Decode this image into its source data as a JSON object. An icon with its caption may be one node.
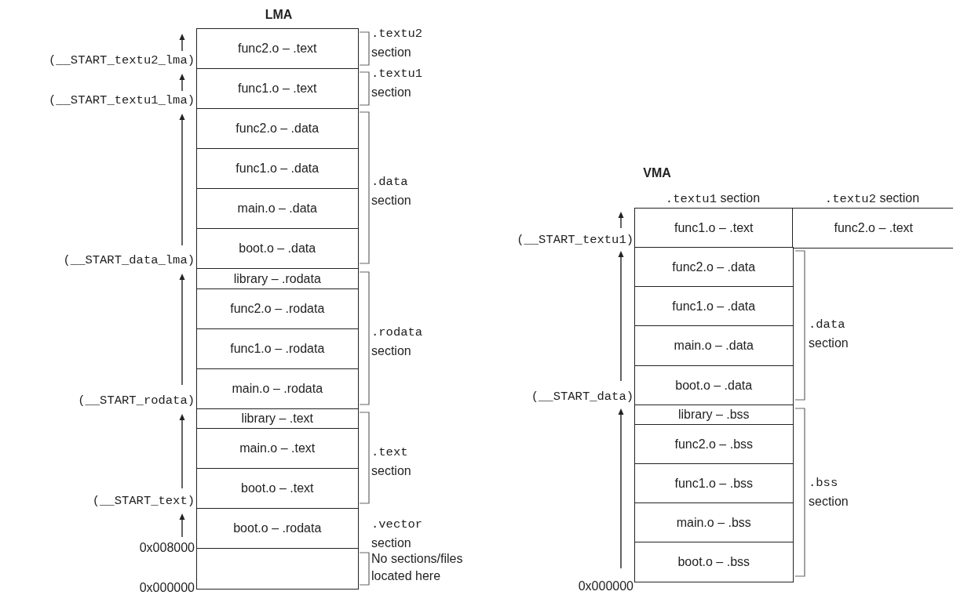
{
  "diagram": {
    "nodes": [
      {
        "text": [
          "func2.o – .text"
        ]
      },
      {
        "text": [
          "func1.o – .text"
        ]
      },
      {
        "text": [
          "func2.o – .data"
        ]
      },
      {
        "text": [
          "func1.o – .data"
        ]
      },
      {
        "text": [
          "main.o – .data"
        ]
      },
      {
        "text": [
          "boot.o – .data"
        ]
      },
      {
        "text": [
          "library – .rodata"
        ]
      },
      {
        "text": [
          "func2.o – .rodata"
        ]
      },
      {
        "text": [
          "func1.o – .rodata"
        ]
      },
      {
        "text": [
          "main.o – .rodata"
        ]
      },
      {
        "text": [
          "library – .text"
        ]
      },
      {
        "text": [
          "main.o – .text"
        ]
      },
      {
        "text": [
          "boot.o – .text"
        ]
      },
      {
        "text": [
          "boot.o – .rodata"
        ]
      },
      {
        "text": [],
        "shape": "box"
      },
      {
        "text": [
          "func1.o – .text"
        ]
      },
      {
        "text": [
          "func2.o – .text"
        ]
      },
      {
        "text": [
          "func2.o – .data"
        ]
      },
      {
        "text": [
          "func1.o – .data"
        ]
      },
      {
        "text": [
          "main.o – .data"
        ]
      },
      {
        "text": [
          "boot.o – .data"
        ]
      },
      {
        "text": [
          "library – .bss"
        ]
      },
      {
        "text": [
          "func2.o – .bss"
        ]
      },
      {
        "text": [
          "func1.o – .bss"
        ]
      },
      {
        "text": [
          "main.o – .bss"
        ]
      },
      {
        "text": [
          "boot.o – .bss"
        ]
      }
    ],
    "labels": [
      "LMA",
      "(__START_textu2_lma)",
      "(__START_textu1_lma)",
      "(__START_data_lma)",
      "(__START_rodata)",
      "(__START_text)",
      "0x008000",
      "0x000000",
      ".textu2 section",
      ".textu1 section",
      ".data section",
      ".rodata section",
      ".text section",
      ".vector section",
      "No sections/files located here",
      "VMA",
      ".textu1 section",
      ".textu2 section",
      "(__START_textu1)",
      "(__START_data)",
      "0x000000",
      ".data section",
      ".bss section"
    ]
  }
}
